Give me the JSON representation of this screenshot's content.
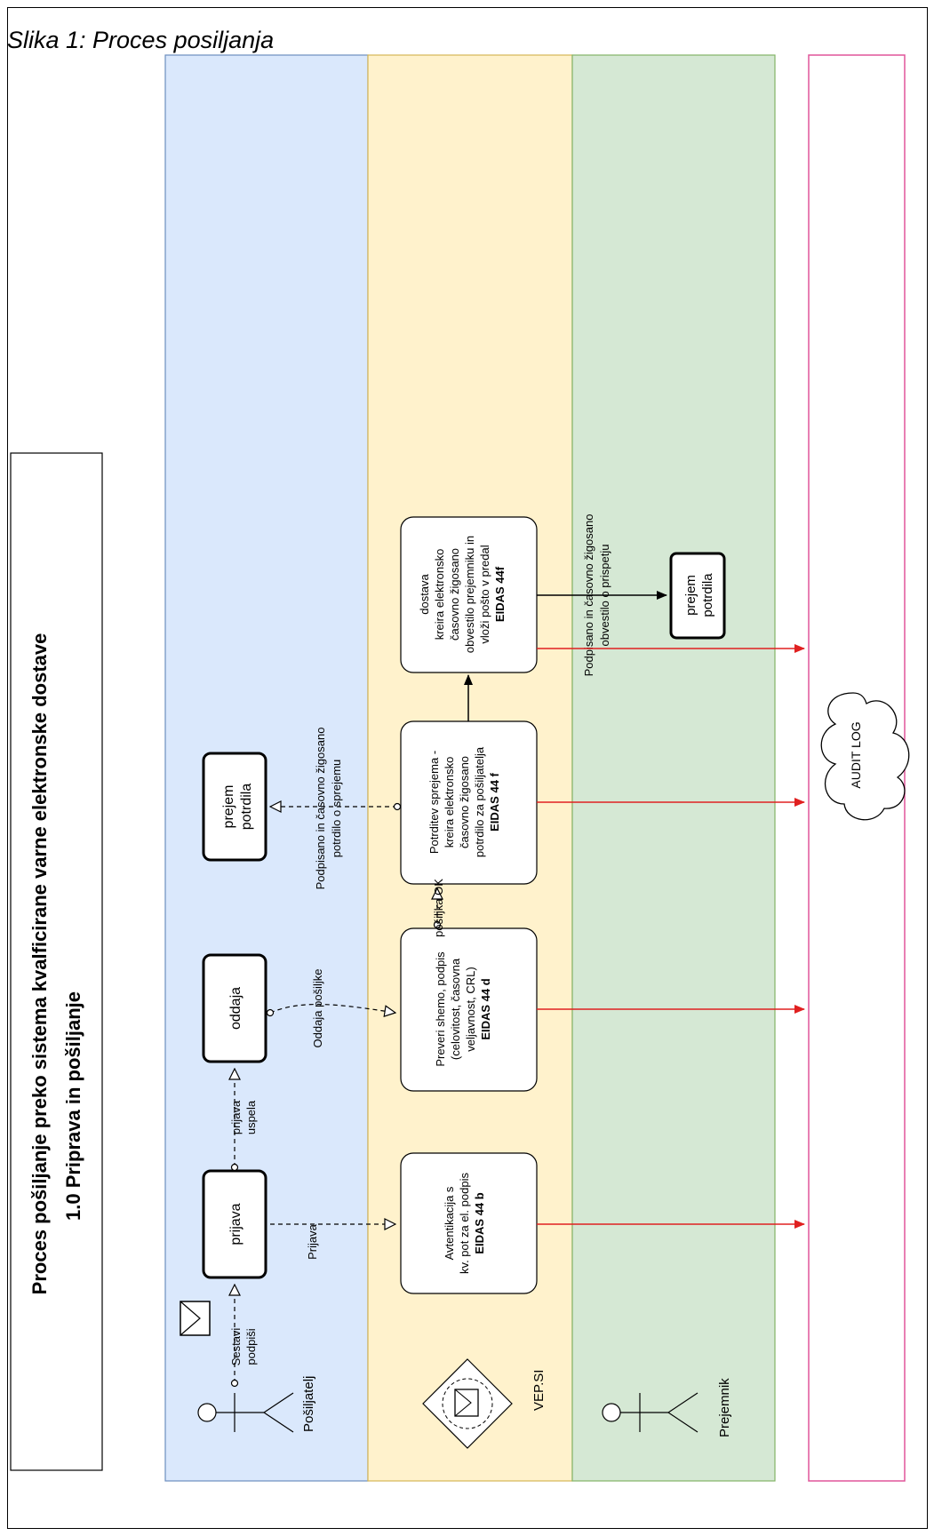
{
  "caption": "Slika 1: Proces posiljanja",
  "title": {
    "line1": "Proces pošiljanje preko sistema kvalficirane varne elektronske dostave",
    "line2": "1.0 Priprava in pošiljanje"
  },
  "colors": {
    "lane_sender": "#dae8fc",
    "lane_vep": "#fff2cc",
    "lane_receiver": "#d5e8d4",
    "lane_border_blue": "#6c8ebf",
    "lane_border_yellow": "#d6b656",
    "lane_border_green": "#82b366",
    "audit_border": "#e0559a",
    "red_arrow": "#e02020"
  },
  "lanes": {
    "sender": "Pošiljatelj",
    "vep": "VEP.SI",
    "receiver": "Prejemnik"
  },
  "sender_tasks": {
    "prijava": "prijava",
    "oddaja": "oddaja",
    "prejem_line1": "prejem",
    "prejem_line2": "potrdila"
  },
  "vep_tasks": {
    "auth": [
      "Avtentikacija s",
      "kv. pot za el. podpis",
      "EIDAS 44 b"
    ],
    "verify": [
      "Preveri shemo, podpis",
      "(celovitost, časovna",
      "veljavnost, CRL)",
      "EIDAS 44 d"
    ],
    "confirm": [
      "Potrditev sprejema -",
      "kreira elektronsko",
      "časovno žigosano",
      "potrdilo za pošiljatelja",
      "EIDAS 44 f"
    ],
    "delivery": [
      "dostava",
      "kreira elektronsko",
      "časovno žigosano",
      "obvestilo prejemniku in",
      "vloži pošto v predal",
      "EIDAS 44f"
    ]
  },
  "receiver_tasks": {
    "prejem_line1": "prejem",
    "prejem_line2": "potrdila"
  },
  "flow_labels": {
    "sestavi_line1": "Sestavi",
    "sestavi_line2": "podpiši",
    "prijava": "Prijava",
    "prijava_uspela_line1": "prijava",
    "prijava_uspela_line2": "uspela",
    "oddaja_posiljke": "Oddaja pošiljke",
    "posiljka_ok": "pošiljka OK",
    "podpisano_sender_line1": "Podpisano in časovno žigosano",
    "podpisano_sender_line2": "potrdilo o sprejemu",
    "podpisano_receiver_line1": "Podpisano in časovno žigosano",
    "podpisano_receiver_line2": "obvestilo o prispetju"
  },
  "audit_log": "AUDIT LOG",
  "icons": [
    "actor-icon",
    "envelope-icon",
    "gateway-icon"
  ]
}
